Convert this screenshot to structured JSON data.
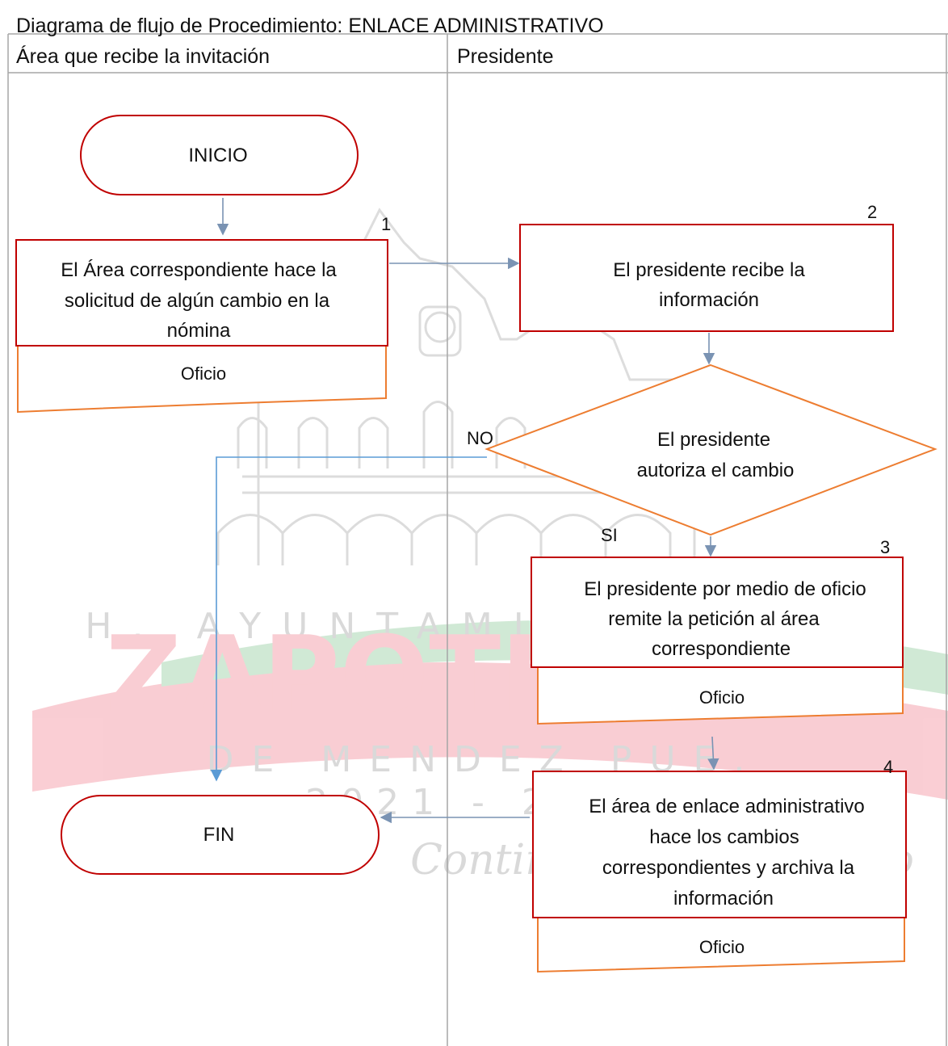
{
  "title": "Diagrama de flujo de Procedimiento: ENLACE ADMINISTRATIVO",
  "lanes": [
    {
      "label": "Área que recibe la invitación"
    },
    {
      "label": "Presidente"
    }
  ],
  "nodes": {
    "start": {
      "label": "INICIO"
    },
    "step1": {
      "number": "1",
      "lines": [
        "El Área  correspondiente hace la",
        "solicitud de algún cambio en la",
        "nómina"
      ],
      "doc": "Oficio"
    },
    "step2": {
      "number": "2",
      "lines": [
        "El presidente recibe la",
        "información"
      ]
    },
    "decision": {
      "lines": [
        "El presidente",
        "autoriza el cambio"
      ],
      "no_label": "NO",
      "yes_label": "SI"
    },
    "step3": {
      "number": "3",
      "lines": [
        "El presidente por medio de oficio",
        "remite la petición al área",
        "correspondiente"
      ],
      "doc": "Oficio"
    },
    "step4": {
      "number": "4",
      "lines": [
        "El área de enlace administrativo",
        "hace los cambios",
        "correspondientes y archiva la",
        "información"
      ],
      "doc": "Oficio"
    },
    "end": {
      "label": "FIN"
    }
  },
  "watermark": {
    "line1": "H. AYUNTAMIENTO DE",
    "line2": "ZAPOTITLAN",
    "line3": "DE MENDEZ PUE.",
    "line4": "2021 - 2024",
    "line5": "Continuidad y Progreso"
  },
  "colors": {
    "process_border": "#c00000",
    "doc_border": "#ed7d31",
    "arrow": "#7a93b3",
    "no_path": "#5b9bd5",
    "grid": "#a6a6a6"
  }
}
